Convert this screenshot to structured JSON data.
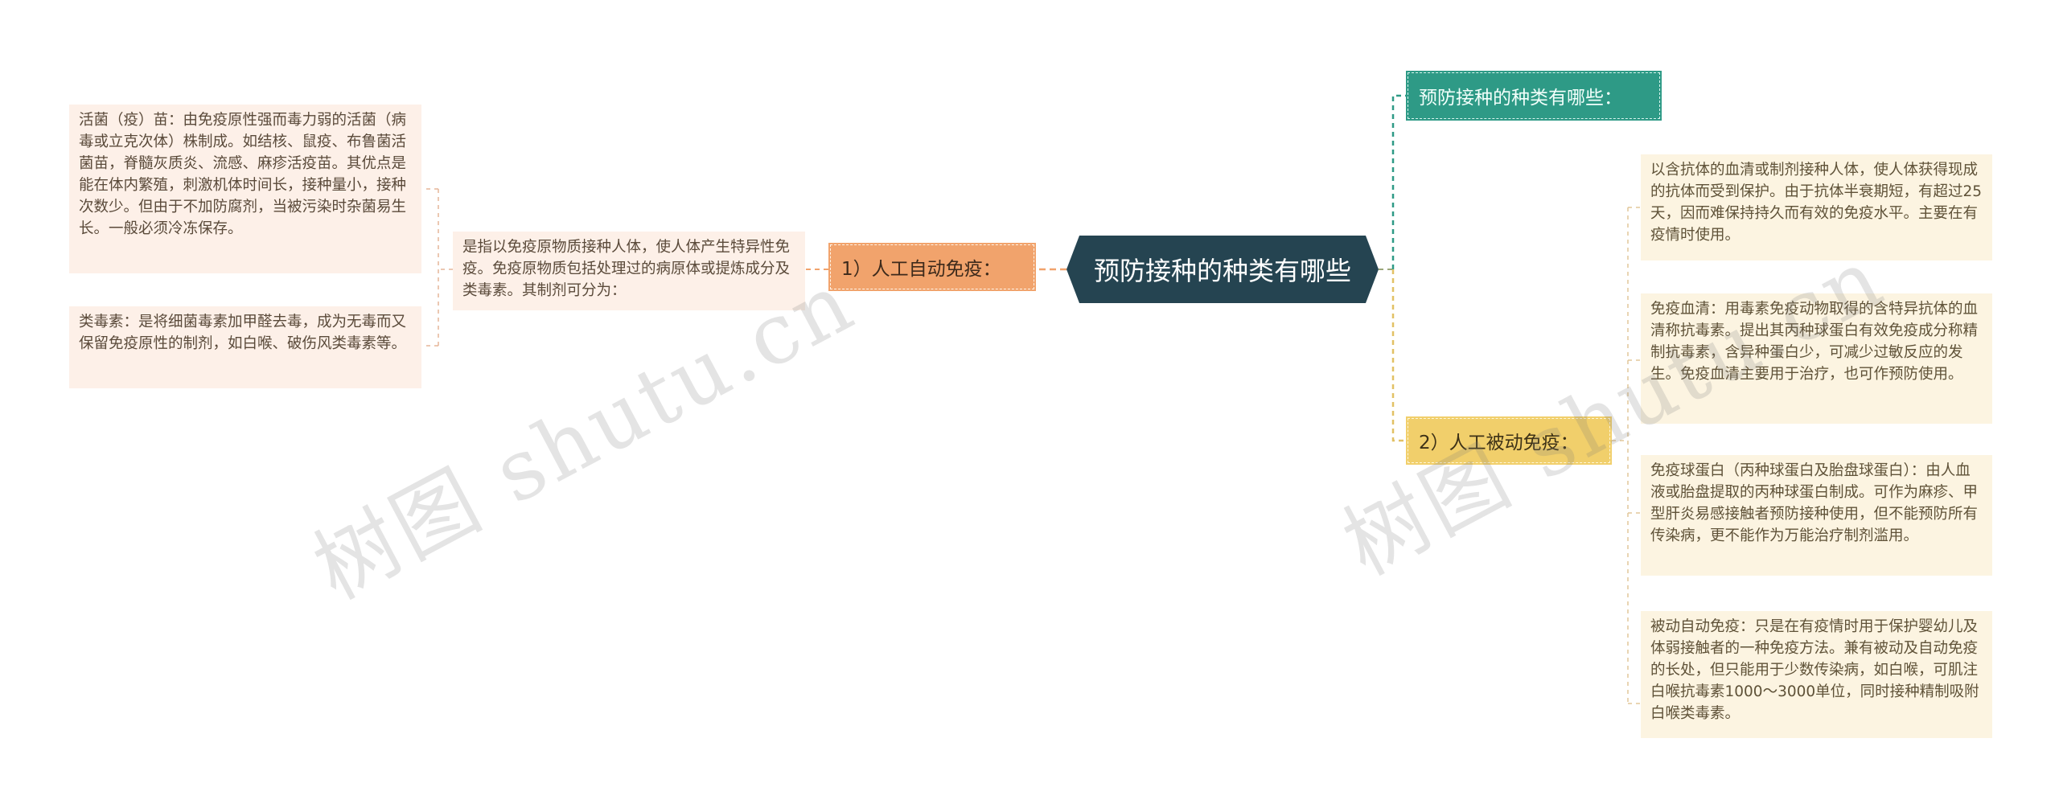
{
  "center": {
    "label": "预防接种的种类有哪些"
  },
  "branches": {
    "top": {
      "label": "预防接种的种类有哪些：",
      "color": "#2e9a86"
    },
    "auto": {
      "label": "1）人工自动免疫：",
      "color": "#f1a36c"
    },
    "passive": {
      "label": "2）人工被动免疫：",
      "color": "#f1cf6b"
    }
  },
  "auto_children": {
    "intro": "是指以免疫原物质接种人体，使人体产生特异性免疫。免疫原物质包括处理过的病原体或提炼成分及类毒素。其制剂可分为：",
    "live_vaccine": "活菌（疫）苗：由免疫原性强而毒力弱的活菌（病毒或立克次体）株制成。如结核、鼠疫、布鲁菌活菌苗，脊髓灰质炎、流感、麻疹活疫苗。其优点是能在体内繁殖，刺激机体时间长，接种量小，接种次数少。但由于不加防腐剂，当被污染时杂菌易生长。一般必须冷冻保存。",
    "toxoid": "类毒素：是将细菌毒素加甲醛去毒，成为无毒而又保留免疫原性的制剂，如白喉、破伤风类毒素等。"
  },
  "passive_children": [
    "以含抗体的血清或制剂接种人体，使人体获得现成的抗体而受到保护。由于抗体半衰期短，有超过25天，因而难保持持久而有效的免疫水平。主要在有疫情时使用。",
    "免疫血清：用毒素免疫动物取得的含特异抗体的血清称抗毒素。提出其丙种球蛋白有效免疫成分称精制抗毒素，含异种蛋白少，可减少过敏反应的发生。免疫血清主要用于治疗，也可作预防使用。",
    "免疫球蛋白（丙种球蛋白及胎盘球蛋白）：由人血液或胎盘提取的丙种球蛋白制成。可作为麻疹、甲型肝炎易感接触者预防接种使用，但不能预防所有传染病，更不能作为万能治疗制剂滥用。",
    "被动自动免疫：只是在有疫情时用于保护婴幼儿及体弱接触者的一种免疫方法。兼有被动及自动免疫的长处，但只能用于少数传染病，如白喉，可肌注白喉抗毒素1000～3000单位，同时接种精制吸附白喉类毒素。"
  ],
  "watermark": {
    "text": "树图 shutu.cn"
  }
}
